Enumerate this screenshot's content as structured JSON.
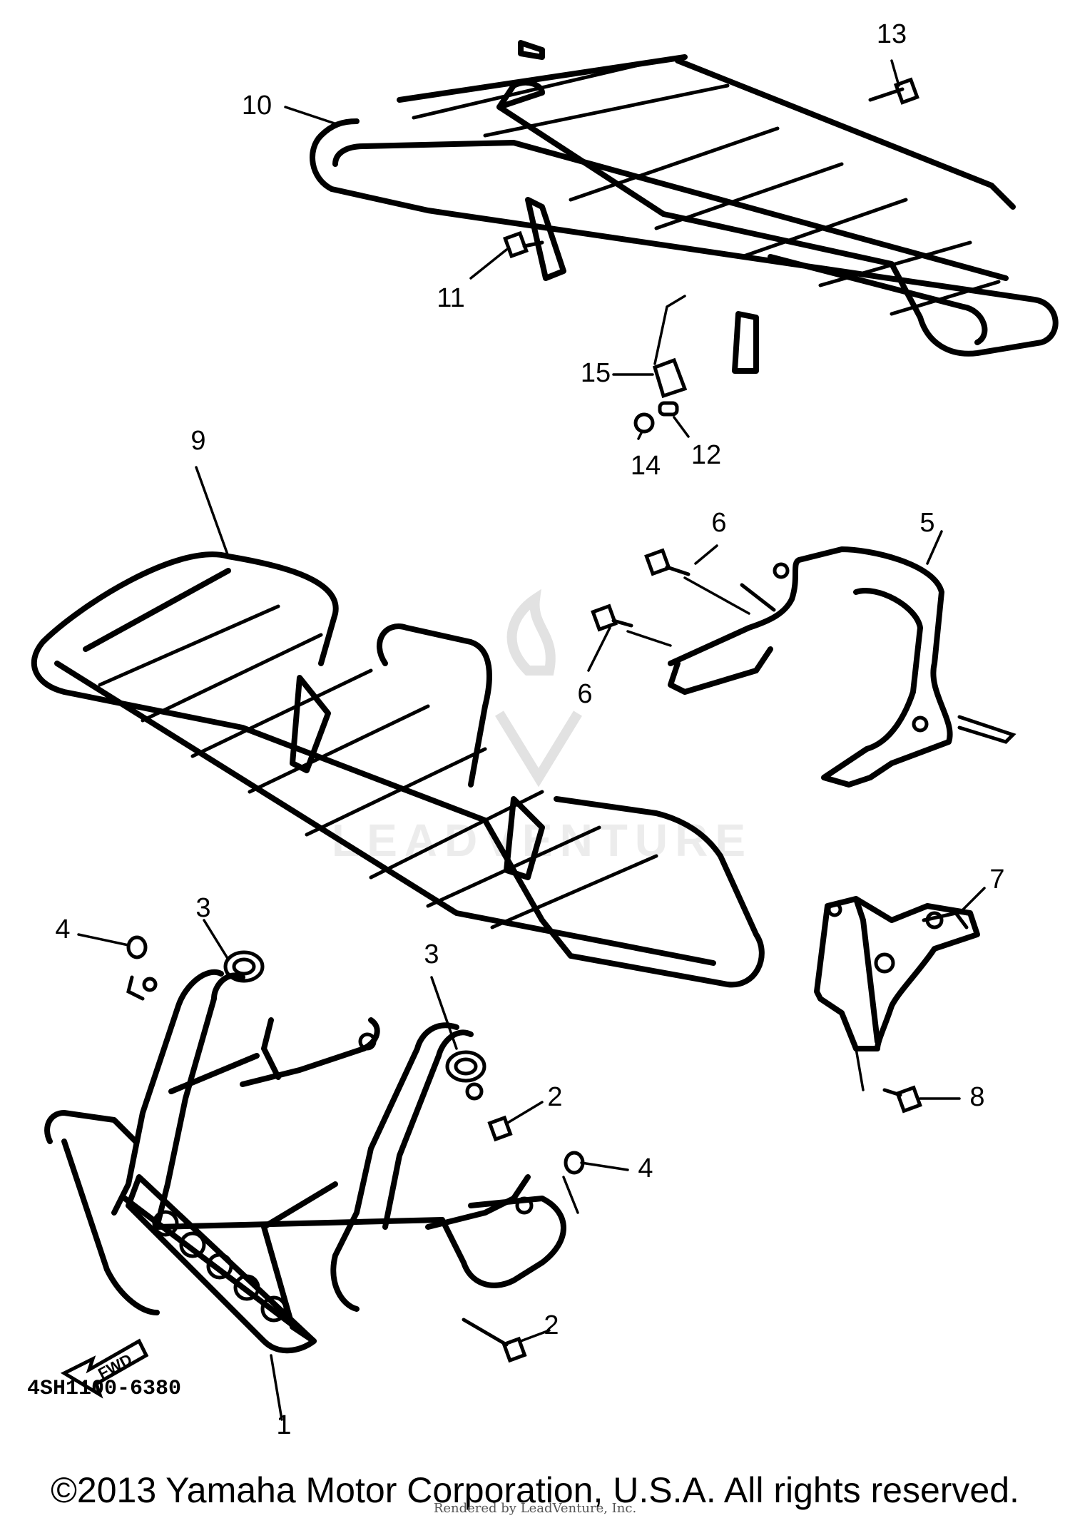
{
  "diagram": {
    "part_number": "4SH1100-6380",
    "fwd_label": "FWD",
    "copyright": "©2013 Yamaha Motor Corporation, U.S.A. All rights reserved.",
    "rendered_by": "Rendered by LeadVenture, Inc.",
    "watermark": "LEADVENTURE",
    "callouts": [
      "10",
      "13",
      "11",
      "15",
      "14",
      "12",
      "9",
      "6",
      "5",
      "6",
      "3",
      "4",
      "7",
      "3",
      "2",
      "4",
      "8",
      "2",
      "1"
    ]
  }
}
